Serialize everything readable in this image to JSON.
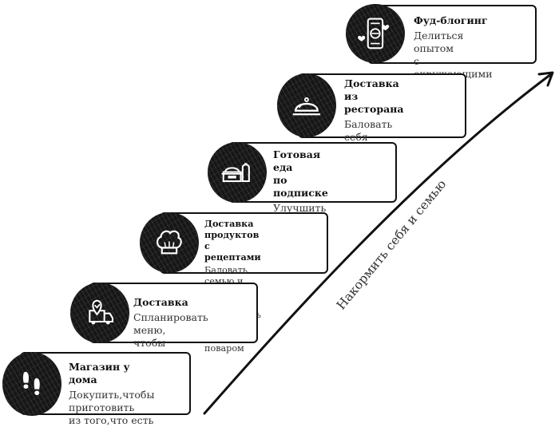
{
  "diagram": {
    "type": "staircase",
    "axis_label": "Накормить себя и семью",
    "steps": [
      {
        "level": 1,
        "icon": "footprints-icon",
        "title": "Магазин у дома",
        "description": "Докупить,чтобы\nприготовить\nиз того,что есть"
      },
      {
        "level": 2,
        "icon": "delivery-truck-location-icon",
        "title": "Доставка",
        "description": "Спланировать меню,\nчтобы накормить семью"
      },
      {
        "level": 3,
        "icon": "chef-hat-icon",
        "title": "Доставка продуктов\nс рецептами",
        "description": "Баловать семью и себя\nи чувствовать себя\nшеф-поваром"
      },
      {
        "level": 4,
        "icon": "meal-kit-containers-icon",
        "title": "Готовая еда\nпо подписке",
        "description": "Улучшить здоровье\nи качество жизни"
      },
      {
        "level": 5,
        "icon": "cloche-icon",
        "title": "Доставка\nиз ресторана",
        "description": "Баловать себя\nкаждый день"
      },
      {
        "level": 6,
        "icon": "smartphone-hearts-icon",
        "title": "Фуд-блогинг",
        "description": "Делиться опытом\nс окружающими"
      }
    ]
  },
  "colors": {
    "ink": "#111111",
    "background": "#ffffff",
    "icon_fill": "#161616"
  }
}
